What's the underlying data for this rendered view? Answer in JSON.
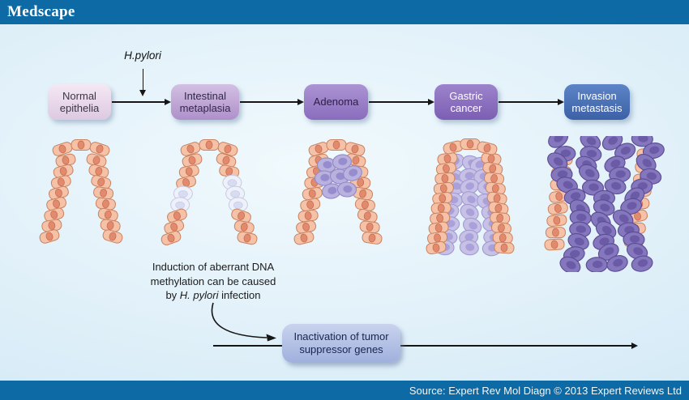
{
  "header": {
    "brand": "Medscape"
  },
  "pathway": {
    "trigger_label": "H.pylori",
    "stages": [
      {
        "line1": "Normal",
        "line2": "epithelia",
        "fill_top": "#f5e8f4",
        "fill_bottom": "#ddc9e2",
        "text_color": "#3c3644",
        "histology": "normal"
      },
      {
        "line1": "Intestinal",
        "line2": "metaplasia",
        "fill_top": "#d3c0e3",
        "fill_bottom": "#ae90ca",
        "text_color": "#33294a",
        "histology": "metaplasia"
      },
      {
        "line1": "Adenoma",
        "line2": "",
        "fill_top": "#ac94d3",
        "fill_bottom": "#8a6cbd",
        "text_color": "#2a2142",
        "histology": "adenoma"
      },
      {
        "line1": "Gastric",
        "line2": "cancer",
        "fill_top": "#9d83cc",
        "fill_bottom": "#7c5eb3",
        "text_color": "#ffffff",
        "histology": "carcinoma"
      },
      {
        "line1": "Invasion",
        "line2": "metastasis",
        "fill_top": "#5d84c7",
        "fill_bottom": "#3c61a6",
        "text_color": "#ffffff",
        "histology": "invasion"
      }
    ]
  },
  "annotation": {
    "line1": "Induction of aberrant DNA",
    "line2": "methylation can be caused",
    "line3_pre": "by ",
    "line3_italic": "H. pylori",
    "line3_post": " infection"
  },
  "inactivation_box": {
    "line1": "Inactivation of tumor",
    "line2": "suppressor genes"
  },
  "footer": {
    "source": "Source: Expert Rev Mol Diagn © 2013 Expert Reviews Ltd"
  },
  "colors": {
    "header_bar": "#0d6aa4",
    "arrow": "#161616",
    "background": "#ddeef8"
  }
}
